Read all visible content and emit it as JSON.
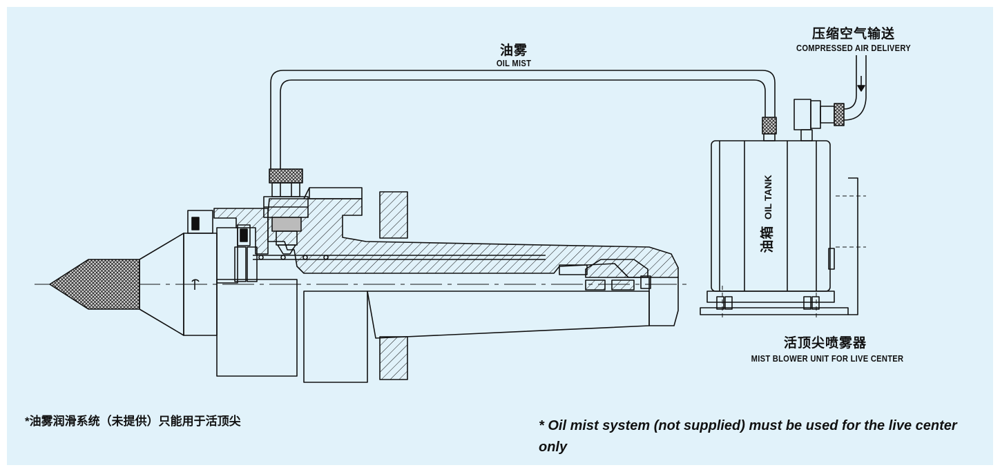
{
  "labels": {
    "oil_mist_zh": "油雾",
    "oil_mist_en": "OIL MIST",
    "air_zh": "压缩空气输送",
    "air_en": "COMPRESSED AIR DELIVERY",
    "tank_zh": "油箱",
    "tank_en": "OIL TANK",
    "blower_zh": "活顶尖喷雾器",
    "blower_en": "MIST BLOWER UNIT FOR LIVE CENTER"
  },
  "notes": {
    "zh": "*油雾润滑系统（未提供）只能用于活顶尖",
    "en": "* Oil mist system (not supplied) must be used for the live center only"
  },
  "colors": {
    "background": "#e1f2fa",
    "line": "#111111"
  }
}
